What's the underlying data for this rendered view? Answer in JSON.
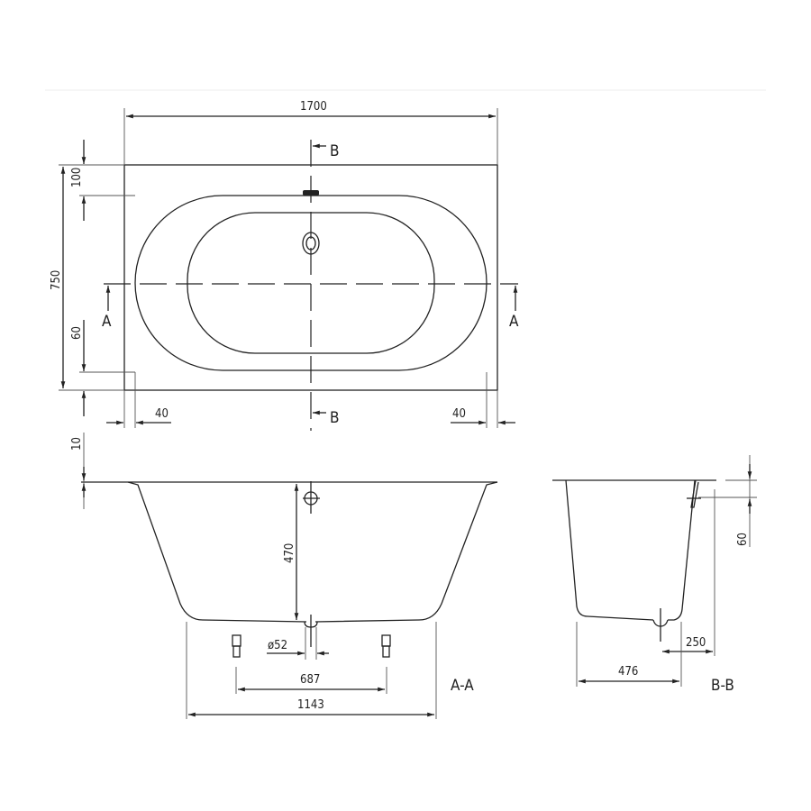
{
  "top_view": {
    "width": "1700",
    "depth": "750",
    "rim_back": "100",
    "rim_front": "60",
    "side_left": "40",
    "side_right": "40",
    "section_a": "A",
    "section_b": "B"
  },
  "section_aa": {
    "label": "A-A",
    "rim": "10",
    "depth": "470",
    "drain_diameter": "ø52",
    "feet_spacing": "687",
    "bottom_length": "1143"
  },
  "section_bb": {
    "label": "B-B",
    "rim": "60",
    "drain_offset": "250",
    "bottom_width": "476"
  },
  "colors": {
    "line": "#222222",
    "background": "#ffffff"
  }
}
